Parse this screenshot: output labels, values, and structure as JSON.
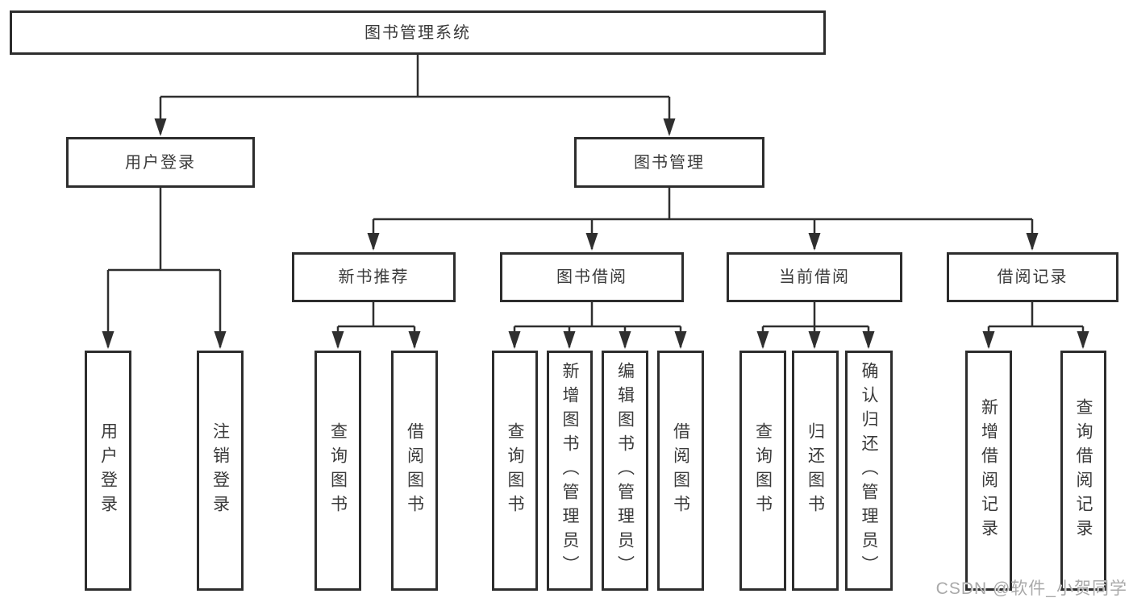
{
  "tree": {
    "label": "图书管理系统",
    "children": [
      {
        "label": "用户登录",
        "children": [
          {
            "label": "用户登录"
          },
          {
            "label": "注销登录"
          }
        ]
      },
      {
        "label": "图书管理",
        "children": [
          {
            "label": "新书推荐",
            "children": [
              {
                "label": "查询图书"
              },
              {
                "label": "借阅图书"
              }
            ]
          },
          {
            "label": "图书借阅",
            "children": [
              {
                "label": "查询图书"
              },
              {
                "label": "新增图书（管理员）"
              },
              {
                "label": "编辑图书（管理员）"
              },
              {
                "label": "借阅图书"
              }
            ]
          },
          {
            "label": "当前借阅",
            "children": [
              {
                "label": "查询图书"
              },
              {
                "label": "归还图书"
              },
              {
                "label": "确认归还（管理员）"
              }
            ]
          },
          {
            "label": "借阅记录",
            "children": [
              {
                "label": "新增借阅记录"
              },
              {
                "label": "查询借阅记录"
              }
            ]
          }
        ]
      }
    ]
  },
  "watermark": {
    "text": "CSDN @软件_小贺同学"
  },
  "colors": {
    "line": "#2f2f2f",
    "box_border": "#2d2d2d",
    "text": "#3a3a3a",
    "watermark": "#a9a9a9",
    "background": "#ffffff"
  }
}
